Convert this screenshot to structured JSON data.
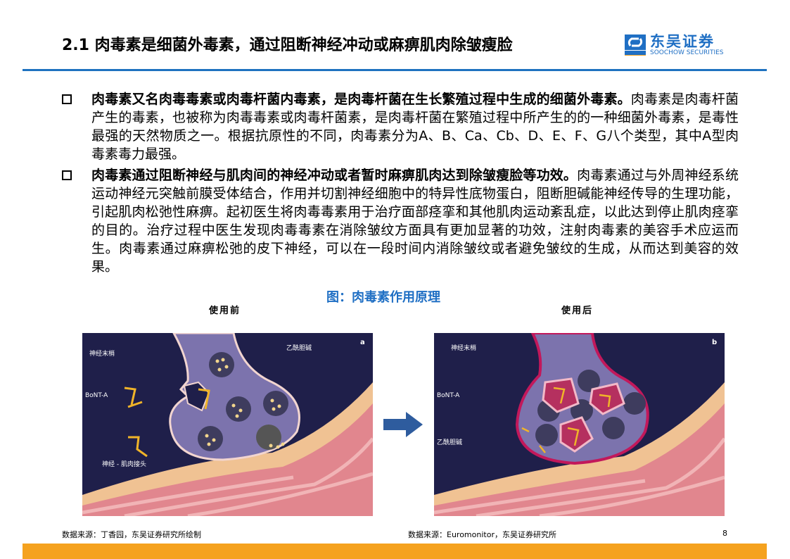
{
  "header": {
    "title": "2.1 肉毒素是细菌外毒素，通过阻断神经冲动或麻痹肌肉除皱瘦脸",
    "logo_cn": "东吴证券",
    "logo_en": "SOOCHOW SECURITIES",
    "logo_mark": "SCS"
  },
  "bullets": [
    {
      "bold": "肉毒素又名肉毒毒素或肉毒杆菌内毒素，是肉毒杆菌在生长繁殖过程中生成的细菌外毒素。",
      "text": "肉毒素是肉毒杆菌产生的毒素，也被称为肉毒毒素或肉毒杆菌素，是肉毒杆菌在繁殖过程中所产生的的一种细菌外毒素，是毒性最强的天然物质之一。根据抗原性的不同，肉毒素分为A、B、Ca、Cb、D、E、F、G八个类型，其中A型肉毒素毒力最强。"
    },
    {
      "bold": "肉毒素通过阻断神经与肌肉间的神经冲动或者暂时麻痹肌肉达到除皱瘦脸等功效。",
      "text": "肉毒素通过与外周神经系统运动神经元突触前膜受体结合，作用并切割神经细胞中的特异性底物蛋白，阻断胆碱能神经传导的生理功能，引起肌肉松弛性麻痹。起初医生将肉毒毒素用于治疗面部痉挛和其他肌肉运动紊乱症，以此达到停止肌肉痉挛的目的。治疗过程中医生发现肉毒毒素在消除皱纹方面具有更加显著的功效，注射肉毒素的美容手术应运而生。肉毒素通过麻痹松弛的皮下神经，可以在一段时间内消除皱纹或者避免皱纹的生成，从而达到美容的效果。"
    }
  ],
  "figure": {
    "caption": "图：肉毒素作用原理",
    "before_label": "使用前",
    "after_label": "使用后",
    "panel_a": {
      "letter": "a",
      "nerve_ending": "神经末梢",
      "ach": "乙酰胆碱",
      "bont": "BoNT-A",
      "junction": "神经 - 肌肉接头"
    },
    "panel_b": {
      "letter": "b",
      "nerve_ending": "神经末梢",
      "bont": "BoNT-A",
      "ach": "乙酰胆碱"
    }
  },
  "footer": {
    "source_left": "数据来源：丁香园，东吴证券研究所绘制",
    "source_right": "数据来源：Euromonitor，东吴证券研究所",
    "page": "8"
  }
}
